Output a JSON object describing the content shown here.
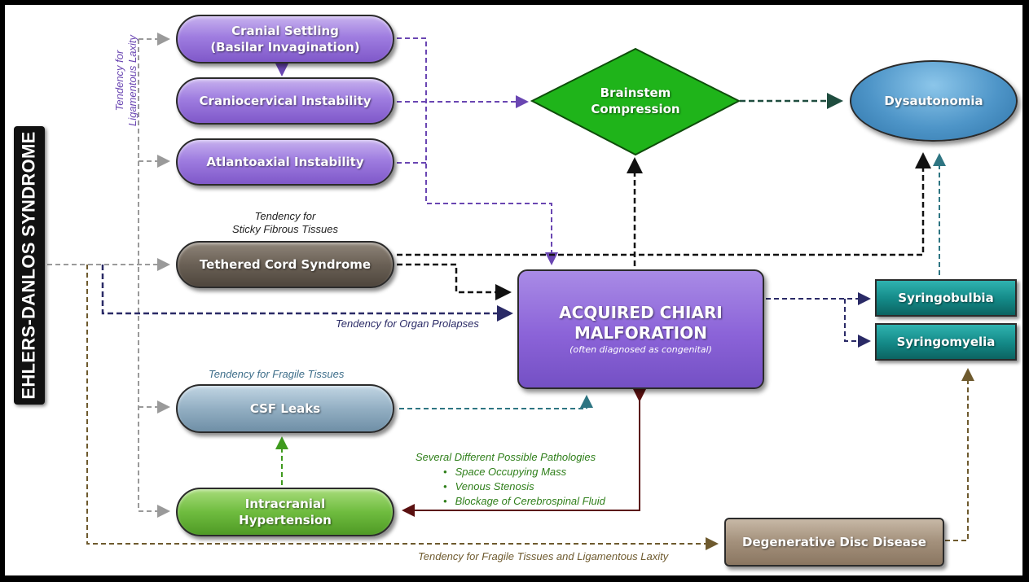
{
  "nodes": {
    "eds": "EHLERS-DANLOS SYNDROME",
    "cranial_settling": "Cranial Settling\n(Basilar Invagination)",
    "cci": "Craniocervical Instability",
    "aai": "Atlantoaxial Instability",
    "tethered": "Tethered Cord Syndrome",
    "csf": "CSF Leaks",
    "iih": "Intracranial\nHypertension",
    "brainstem": "Brainstem\nCompression",
    "dysautonomia": "Dysautonomia",
    "chiari": "ACQUIRED CHIARI\nMALFORATION",
    "chiari_sub": "(often diagnosed as congenital)",
    "syringobulbia": "Syringobulbia",
    "syringomyelia": "Syringomyelia",
    "ddd": "Degenerative Disc Disease"
  },
  "notes": {
    "ligamentous": "Tendency for\nLigamentous Laxity",
    "sticky_1": "Tendency for",
    "sticky_2": "Sticky Fibrous Tissues",
    "organ_prolapses": "Tendency for Organ Prolapses",
    "fragile": "Tendency for Fragile Tissues",
    "fragile_ligament": "Tendency for Fragile Tissues and Ligamentous Laxity",
    "pathologies": {
      "title": "Several Different Possible Pathologies",
      "items": [
        "Space Occupying Mass",
        "Venous Stenosis",
        "Blockage of Cerebrospinal Fluid"
      ]
    }
  },
  "colors": {
    "purple": "#9f7de0",
    "brown": "#6a6055",
    "blue": "#93afc3",
    "green": "#6fbc3f",
    "teal": "#138886",
    "diamond": "#1fb41a",
    "dysautonomia": "#4e95c8",
    "ddd": "#a3907b",
    "chiari": "#8b63d8"
  }
}
